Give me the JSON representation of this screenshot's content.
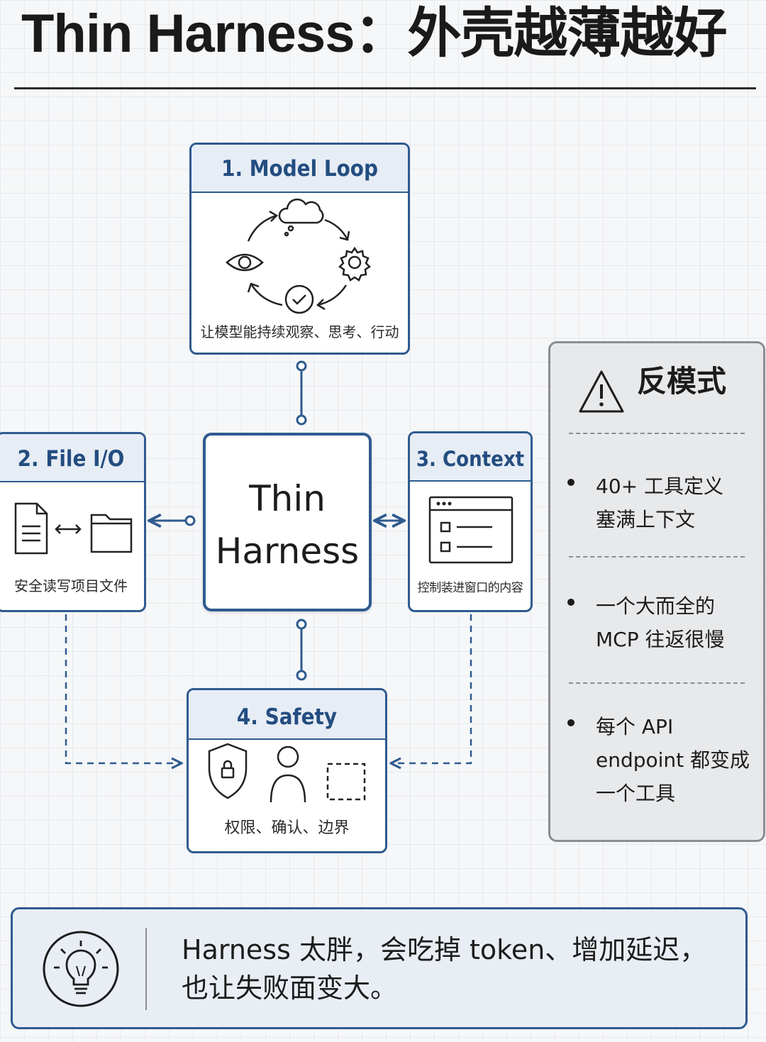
{
  "title": "Thin Harness：外壳越薄越好",
  "core": {
    "title": "Thin\nHarness"
  },
  "modules": {
    "model_loop": {
      "title": "1. Model Loop",
      "desc": "让模型能持续观察、思考、行动"
    },
    "file_io": {
      "title": "2. File I/O",
      "desc": "安全读写项目文件"
    },
    "context": {
      "title": "3. Context",
      "desc": "控制装进窗口的内容"
    },
    "safety": {
      "title": "4. Safety",
      "desc": "权限、确认、边界"
    }
  },
  "anti_patterns": {
    "title": "反模式",
    "items": [
      "40+ 工具定义\n塞满上下文",
      "一个大而全的\nMCP 往返很慢",
      "每个 API\nendpoint 都变成\n一个工具"
    ]
  },
  "callout": {
    "text": "Harness 太胖，会吃掉 token、增加延迟，\n也让失败面变大。"
  },
  "icons": {
    "model_loop": [
      "thought-cloud-icon",
      "gear-icon",
      "check-circle-icon",
      "eye-icon",
      "cycle-arrow-icon"
    ],
    "file_io": [
      "document-icon",
      "double-arrow-icon",
      "folder-icon"
    ],
    "context": [
      "window-list-icon"
    ],
    "safety": [
      "shield-lock-icon",
      "user-icon",
      "dashed-boundary-icon"
    ],
    "anti_patterns": [
      "warning-icon"
    ],
    "callout": [
      "lightbulb-icon"
    ]
  },
  "colors": {
    "accent": "#2f5b8f",
    "header_fill": "#e7edf5",
    "anti_fill": "#e8e9eb"
  }
}
